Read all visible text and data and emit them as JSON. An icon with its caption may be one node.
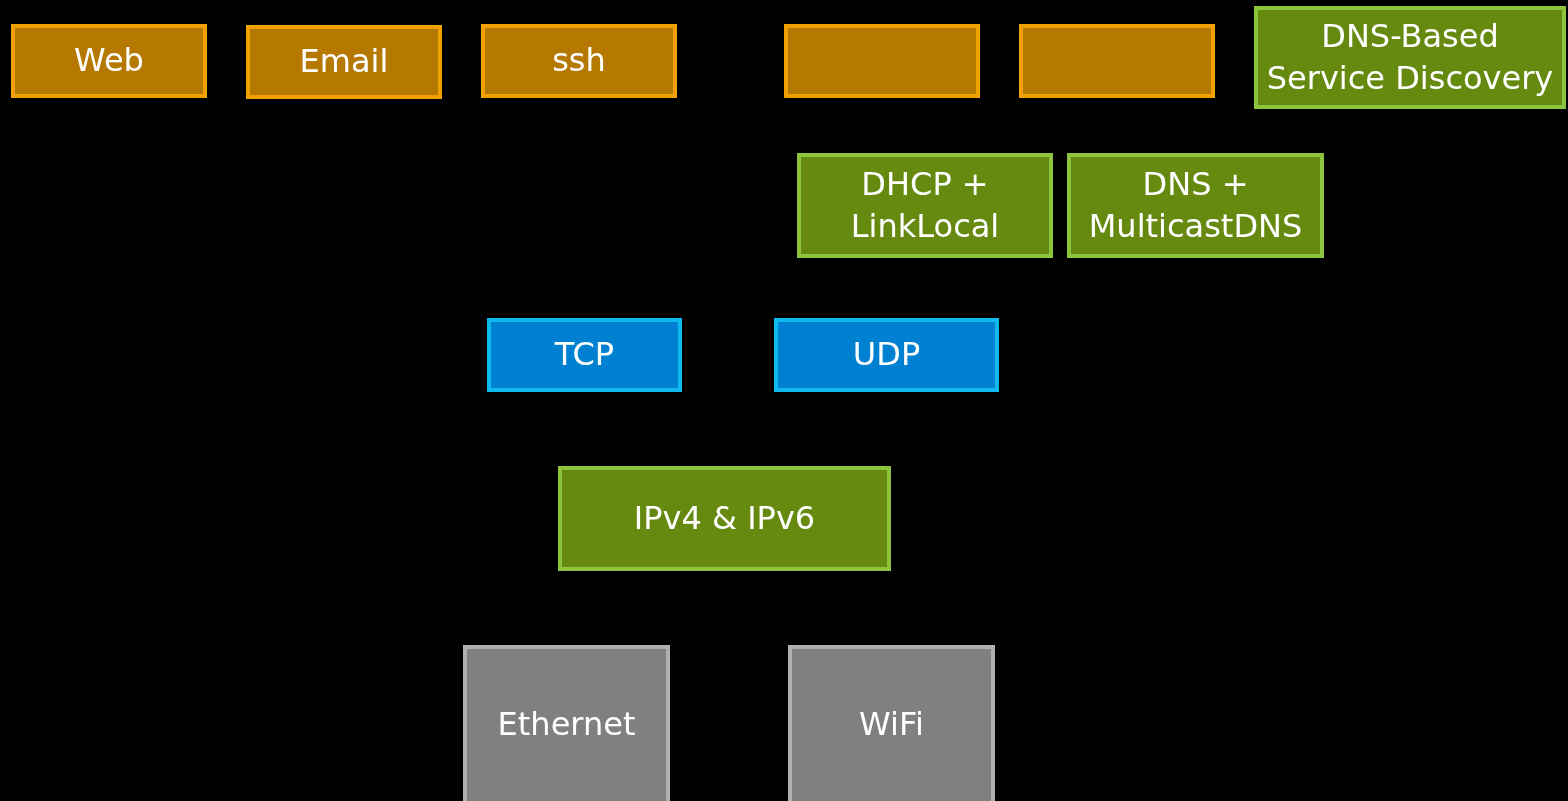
{
  "diagram": {
    "nodes": [
      {
        "text": [
          "Web"
        ]
      },
      {
        "text": [
          "Email"
        ]
      },
      {
        "text": [
          "ssh"
        ]
      },
      {
        "text": [],
        "shape": "box"
      },
      {
        "text": [],
        "shape": "box"
      },
      {
        "text": [
          "DNS-Based Service Discovery"
        ]
      },
      {
        "text": [
          "DHCP + LinkLocal"
        ]
      },
      {
        "text": [
          "DNS + MulticastDNS"
        ]
      },
      {
        "text": [
          "TCP"
        ]
      },
      {
        "text": [
          "UDP"
        ]
      },
      {
        "text": [
          "IPv4 & IPv6"
        ]
      },
      {
        "text": [
          "Ethernet"
        ]
      },
      {
        "text": [
          "WiFi"
        ]
      }
    ]
  }
}
